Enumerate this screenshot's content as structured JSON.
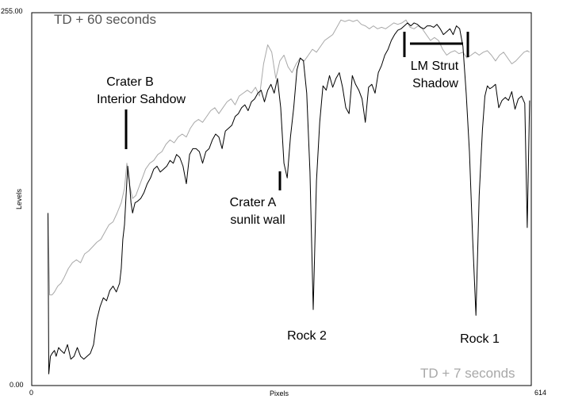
{
  "chart_data": {
    "type": "line",
    "title": "",
    "xlabel": "Pixels",
    "ylabel": "Levels",
    "xlim": [
      0,
      614
    ],
    "ylim": [
      0,
      255
    ],
    "x_tick_labels": [
      "0",
      "614"
    ],
    "y_tick_labels": [
      "0.00",
      "255.00"
    ],
    "grid": false,
    "series": [
      {
        "name": "TD + 60 seconds",
        "color": "#a8a8a8",
        "x": [
          20,
          22,
          25,
          28,
          32,
          36,
          40,
          45,
          50,
          55,
          60,
          65,
          70,
          75,
          80,
          85,
          90,
          95,
          100,
          105,
          110,
          114,
          117,
          120,
          124,
          128,
          132,
          136,
          140,
          145,
          150,
          155,
          160,
          165,
          170,
          175,
          180,
          185,
          190,
          195,
          200,
          205,
          210,
          215,
          220,
          225,
          230,
          235,
          240,
          245,
          250,
          255,
          260,
          265,
          270,
          275,
          280,
          285,
          290,
          295,
          300,
          305,
          310,
          315,
          320,
          325,
          330,
          335,
          340,
          345,
          350,
          355,
          360,
          365,
          370,
          375,
          380,
          385,
          390,
          395,
          400,
          405,
          410,
          415,
          420,
          425,
          430,
          435,
          440,
          445,
          450,
          455,
          460,
          465,
          470,
          475,
          480,
          485,
          490,
          495,
          500,
          505,
          510,
          515,
          520,
          525,
          530,
          535,
          540,
          545,
          550,
          555,
          560,
          565,
          570,
          575,
          580,
          585,
          590,
          595,
          600,
          605,
          609,
          612
        ],
        "y": [
          118,
          62,
          62,
          64,
          68,
          70,
          74,
          80,
          84,
          86,
          84,
          90,
          92,
          95,
          98,
          100,
          105,
          110,
          112,
          118,
          125,
          135,
          152,
          138,
          128,
          130,
          136,
          142,
          148,
          152,
          154,
          158,
          160,
          165,
          168,
          166,
          170,
          172,
          170,
          176,
          180,
          182,
          180,
          184,
          188,
          190,
          186,
          190,
          194,
          196,
          192,
          198,
          200,
          202,
          200,
          204,
          198,
          220,
          233,
          228,
          210,
          222,
          226,
          218,
          214,
          220,
          224,
          222,
          226,
          230,
          228,
          232,
          236,
          238,
          240,
          245,
          250,
          249,
          250,
          249,
          250,
          247,
          246,
          244,
          246,
          244,
          245,
          244,
          246,
          248,
          247,
          248,
          250,
          245,
          244,
          246,
          244,
          240,
          236,
          238,
          236,
          230,
          226,
          228,
          229,
          227,
          228,
          224,
          226,
          228,
          226,
          228,
          229,
          226,
          222,
          226,
          228,
          224,
          220,
          222,
          225,
          228,
          229,
          228
        ]
      },
      {
        "name": "TD + 7 seconds",
        "color": "#000000",
        "x": [
          20,
          21,
          23,
          25,
          28,
          30,
          33,
          36,
          40,
          44,
          48,
          52,
          56,
          60,
          64,
          68,
          72,
          76,
          80,
          84,
          88,
          92,
          96,
          100,
          104,
          108,
          110,
          112,
          114,
          116,
          118,
          120,
          122,
          124,
          127,
          130,
          134,
          138,
          142,
          146,
          150,
          154,
          158,
          162,
          166,
          170,
          174,
          178,
          182,
          186,
          190,
          194,
          198,
          202,
          206,
          210,
          214,
          218,
          222,
          226,
          230,
          234,
          238,
          242,
          246,
          250,
          254,
          258,
          262,
          266,
          270,
          274,
          278,
          282,
          286,
          290,
          294,
          298,
          302,
          306,
          310,
          314,
          318,
          322,
          326,
          330,
          334,
          338,
          342,
          346,
          350,
          354,
          358,
          362,
          366,
          370,
          374,
          378,
          382,
          386,
          390,
          394,
          398,
          402,
          406,
          410,
          414,
          418,
          422,
          426,
          430,
          434,
          438,
          442,
          446,
          450,
          454,
          458,
          462,
          466,
          470,
          474,
          478,
          482,
          486,
          490,
          494,
          498,
          502,
          506,
          510,
          514,
          518,
          522,
          526,
          530,
          534,
          538,
          542,
          546,
          550,
          554,
          557,
          560,
          563,
          566,
          570,
          574,
          578,
          582,
          586,
          590,
          594,
          598,
          602,
          606,
          609,
          612
        ],
        "y": [
          118,
          8,
          20,
          22,
          24,
          20,
          26,
          24,
          22,
          28,
          18,
          20,
          26,
          20,
          18,
          20,
          22,
          28,
          45,
          54,
          60,
          58,
          65,
          68,
          64,
          70,
          80,
          100,
          110,
          130,
          150,
          140,
          125,
          118,
          125,
          126,
          128,
          132,
          138,
          142,
          148,
          150,
          146,
          148,
          150,
          154,
          152,
          158,
          156,
          150,
          138,
          158,
          162,
          162,
          160,
          152,
          160,
          162,
          168,
          172,
          170,
          162,
          174,
          176,
          178,
          184,
          186,
          190,
          192,
          188,
          194,
          196,
          200,
          202,
          194,
          202,
          206,
          200,
          210,
          190,
          152,
          142,
          170,
          190,
          216,
          224,
          222,
          200,
          146,
          52,
          140,
          180,
          205,
          202,
          212,
          204,
          210,
          214,
          204,
          190,
          186,
          212,
          206,
          202,
          196,
          180,
          204,
          206,
          200,
          214,
          219,
          226,
          230,
          236,
          240,
          243,
          244,
          246,
          248,
          246,
          248,
          247,
          245,
          244,
          246,
          246,
          245,
          247,
          244,
          240,
          242,
          244,
          240,
          246,
          244,
          232,
          200,
          160,
          100,
          48,
          130,
          175,
          198,
          205,
          203,
          204,
          206,
          190,
          195,
          197,
          195,
          201,
          189,
          196,
          198,
          193,
          108,
          195
        ]
      }
    ],
    "annotations": [
      {
        "lines": [
          "Crater B",
          "Interior Sahdow"
        ]
      },
      {
        "lines": [
          "Crater A",
          "sunlit wall"
        ]
      },
      {
        "lines": [
          "Rock 2"
        ]
      },
      {
        "lines": [
          "LM Strut",
          "Shadow"
        ]
      },
      {
        "lines": [
          "Rock 1"
        ]
      }
    ]
  }
}
